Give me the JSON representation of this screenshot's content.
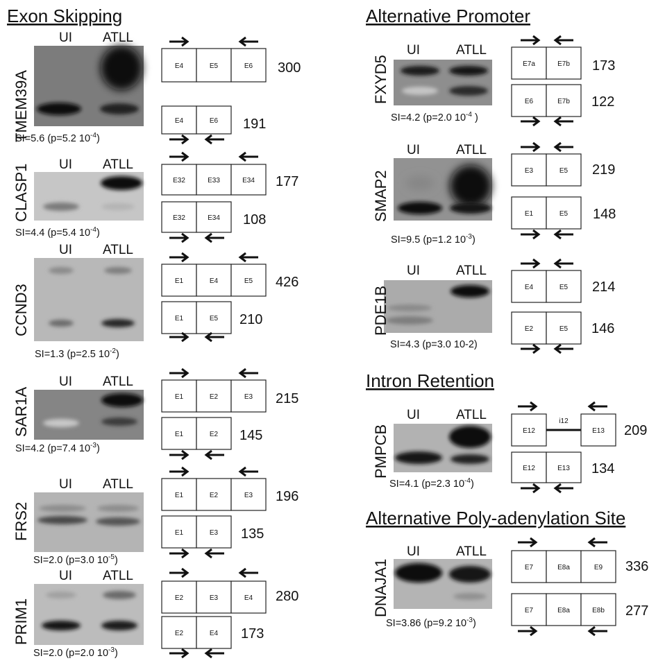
{
  "sections": {
    "exon_skipping": "Exon Skipping",
    "alt_promoter": "Alternative Promoter",
    "intron_retention": "Intron Retention",
    "alt_polya": "Alternative Poly-adenylation Site"
  },
  "lanes": {
    "ui": "UI",
    "atll": "ATLL"
  },
  "panels": [
    {
      "id": "tmem39a",
      "gene": "TMEM39A",
      "si": "SI=5.6 (p=5.2 10",
      "exp": "-4",
      "si_end": ")",
      "top": {
        "exons": [
          "E4",
          "E5",
          "E6"
        ],
        "bp": "300"
      },
      "bottom": {
        "exons": [
          "E4",
          "E6"
        ],
        "bp": "191"
      }
    },
    {
      "id": "clasp1",
      "gene": "CLASP1",
      "si": "SI=4.4 (p=5.4 10",
      "exp": "-4",
      "si_end": ")",
      "top": {
        "exons": [
          "E32",
          "E33",
          "E34"
        ],
        "bp": "177"
      },
      "bottom": {
        "exons": [
          "E32",
          "E34"
        ],
        "bp": "108"
      }
    },
    {
      "id": "ccnd3",
      "gene": "CCND3",
      "si": "SI=1.3 (p=2.5 10",
      "exp": "-2",
      "si_end": ")",
      "top": {
        "exons": [
          "E1",
          "E4",
          "E5"
        ],
        "bp": "426"
      },
      "bottom": {
        "exons": [
          "E1",
          "E5"
        ],
        "bp": "210"
      }
    },
    {
      "id": "sar1a",
      "gene": "SAR1A",
      "si": "SI=4.2 (p=7.4 10",
      "exp": "-3",
      "si_end": ")",
      "top": {
        "exons": [
          "E1",
          "E2",
          "E3"
        ],
        "bp": "215"
      },
      "bottom": {
        "exons": [
          "E1",
          "E2"
        ],
        "bp": "145"
      }
    },
    {
      "id": "frs2",
      "gene": "FRS2",
      "si": "SI=2.0 (p=3.0 10",
      "exp": "-5",
      "si_end": ")",
      "top": {
        "exons": [
          "E1",
          "E2",
          "E3"
        ],
        "bp": "196"
      },
      "bottom": {
        "exons": [
          "E1",
          "E3"
        ],
        "bp": "135"
      }
    },
    {
      "id": "prim1",
      "gene": "PRIM1",
      "si": "SI=2.0 (p=2.0 10",
      "exp": "-3",
      "si_end": ")",
      "top": {
        "exons": [
          "E2",
          "E3",
          "E4"
        ],
        "bp": "280"
      },
      "bottom": {
        "exons": [
          "E2",
          "E4"
        ],
        "bp": "173"
      }
    },
    {
      "id": "fxyd5",
      "gene": "FXYD5",
      "si": "SI=4.2 (p=2.0 10",
      "exp": "-4",
      "si_end": " )",
      "top": {
        "exons": [
          "E7a",
          "E7b"
        ],
        "bp": "173"
      },
      "bottom": {
        "exons": [
          "E6",
          "E7b"
        ],
        "bp": "122"
      }
    },
    {
      "id": "smap2",
      "gene": "SMAP2",
      "si": "SI=9.5 (p=1.2 10",
      "exp": "-3",
      "si_end": ")",
      "top": {
        "exons": [
          "E3",
          "E5"
        ],
        "bp": "219"
      },
      "bottom": {
        "exons": [
          "E1",
          "E5"
        ],
        "bp": "148"
      }
    },
    {
      "id": "pde1b",
      "gene": "PDE1B",
      "si": "SI=4.3 (p=3.0 10-2)",
      "exp": "",
      "si_end": "",
      "top": {
        "exons": [
          "E4",
          "E5"
        ],
        "bp": "214"
      },
      "bottom": {
        "exons": [
          "E2",
          "E5"
        ],
        "bp": "146"
      }
    },
    {
      "id": "pmpcb",
      "gene": "PMPCB",
      "si": "SI=4.1 (p=2.3 10",
      "exp": "-4",
      "si_end": ")",
      "top": {
        "exons": [
          "E12",
          "E13"
        ],
        "intron": "i12",
        "bp": "209"
      },
      "bottom": {
        "exons": [
          "E12",
          "E13"
        ],
        "bp": "134"
      }
    },
    {
      "id": "dnaja1",
      "gene": "DNAJA1",
      "si": "SI=3.86 (p=9.2 10",
      "exp": "-3",
      "si_end": ")",
      "top": {
        "exons": [
          "E7",
          "E8a",
          "E9"
        ],
        "bp": "336"
      },
      "bottom": {
        "exons": [
          "E7",
          "E8a",
          "E8b"
        ],
        "bp": "277"
      }
    }
  ]
}
